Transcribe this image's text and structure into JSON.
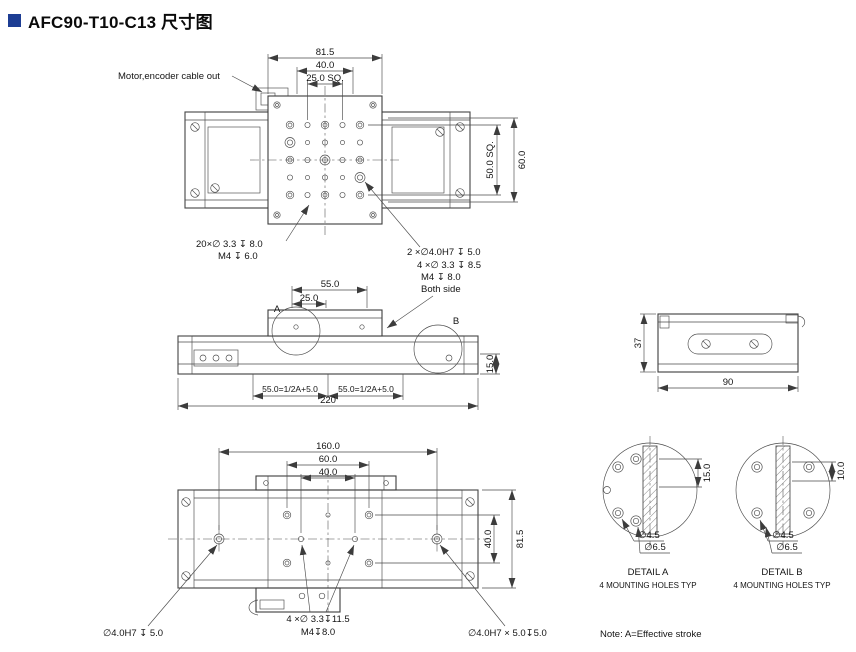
{
  "title": {
    "text": "AFC90-T10-C13 尺寸图"
  },
  "colors": {
    "accent": "#1d3d93",
    "line": "#3c3c3c"
  },
  "top_view": {
    "cable_label": "Motor,encoder cable out",
    "dim_81_5": "81.5",
    "dim_40": "40.0",
    "dim_25sq": "25.0 SQ.",
    "dim_50sq": "50.0 SQ.",
    "dim_60": "60.0",
    "callout_holes_l1": "20×∅ 3.3 ↧ 8.0",
    "callout_holes_l2": "M4 ↧ 6.0",
    "callout_pins": "2 ×∅4.0H7 ↧ 5.0",
    "callout_side_l1": "4 ×∅ 3.3 ↧ 8.5",
    "callout_side_l2": "M4 ↧ 8.0",
    "callout_side_l3": "Both side"
  },
  "side_view": {
    "dim_55": "55.0",
    "dim_25": "25.0",
    "dim_15": "15.0",
    "dim_stroke_left": "55.0=1/2A+5.0",
    "dim_stroke_right": "55.0=1/2A+5.0",
    "dim_220": "220",
    "detail_a_mark": "A",
    "detail_b_mark": "B"
  },
  "end_view": {
    "dim_37": "37",
    "dim_90": "90"
  },
  "bottom_view": {
    "dim_160": "160.0",
    "dim_60": "60.0",
    "dim_40_h": "40.0",
    "dim_40_v": "40.0",
    "dim_81_5": "81.5",
    "callout_center_l1": "4 ×∅ 3.3↧11.5",
    "callout_center_l2": "M4↧8.0",
    "callout_pin_left": "∅4.0H7 ↧ 5.0",
    "callout_pin_right": "∅4.0H7 × 5.0↧5.0"
  },
  "detail_a": {
    "dim_15": "15.0",
    "dia_1": "∅4.5",
    "dia_2": "∅6.5",
    "label": "DETAIL A",
    "sub": "4 MOUNTING HOLES TYP"
  },
  "detail_b": {
    "dim_10": "10.0",
    "dia_1": "∅4.5",
    "dia_2": "∅6.5",
    "label": "DETAIL B",
    "sub": "4 MOUNTING HOLES TYP"
  },
  "note": "Note: A=Effective stroke"
}
